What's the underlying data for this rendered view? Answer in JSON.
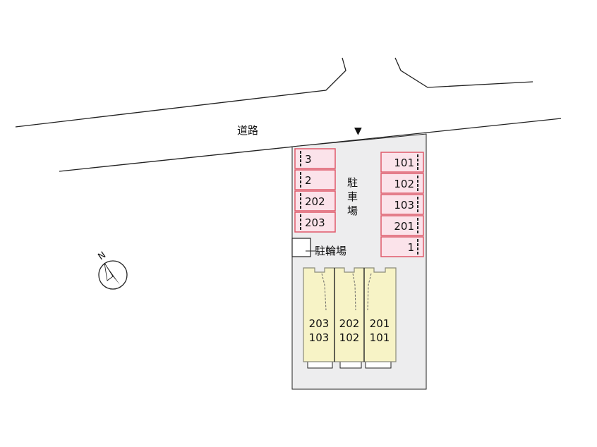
{
  "road": {
    "label": "道路"
  },
  "entrance_marker": "▼",
  "parking": {
    "label_chars": [
      "駐",
      "車",
      "場"
    ],
    "left_spaces": [
      "3",
      "2",
      "202",
      "203"
    ],
    "right_spaces": [
      "101",
      "102",
      "103",
      "201",
      "1"
    ]
  },
  "bicycle_parking": {
    "label": "駐輪場"
  },
  "buildings": [
    {
      "upper": "203",
      "lower": "103"
    },
    {
      "upper": "202",
      "lower": "102"
    },
    {
      "upper": "201",
      "lower": "101"
    }
  ],
  "compass": {
    "label": "N"
  },
  "colors": {
    "lot": "#ededee",
    "parking_fill": "#fbe3ea",
    "parking_border": "#e05a6a",
    "building_fill": "#f7f3c6",
    "building_border": "#8a8a7a",
    "line": "#222222"
  }
}
